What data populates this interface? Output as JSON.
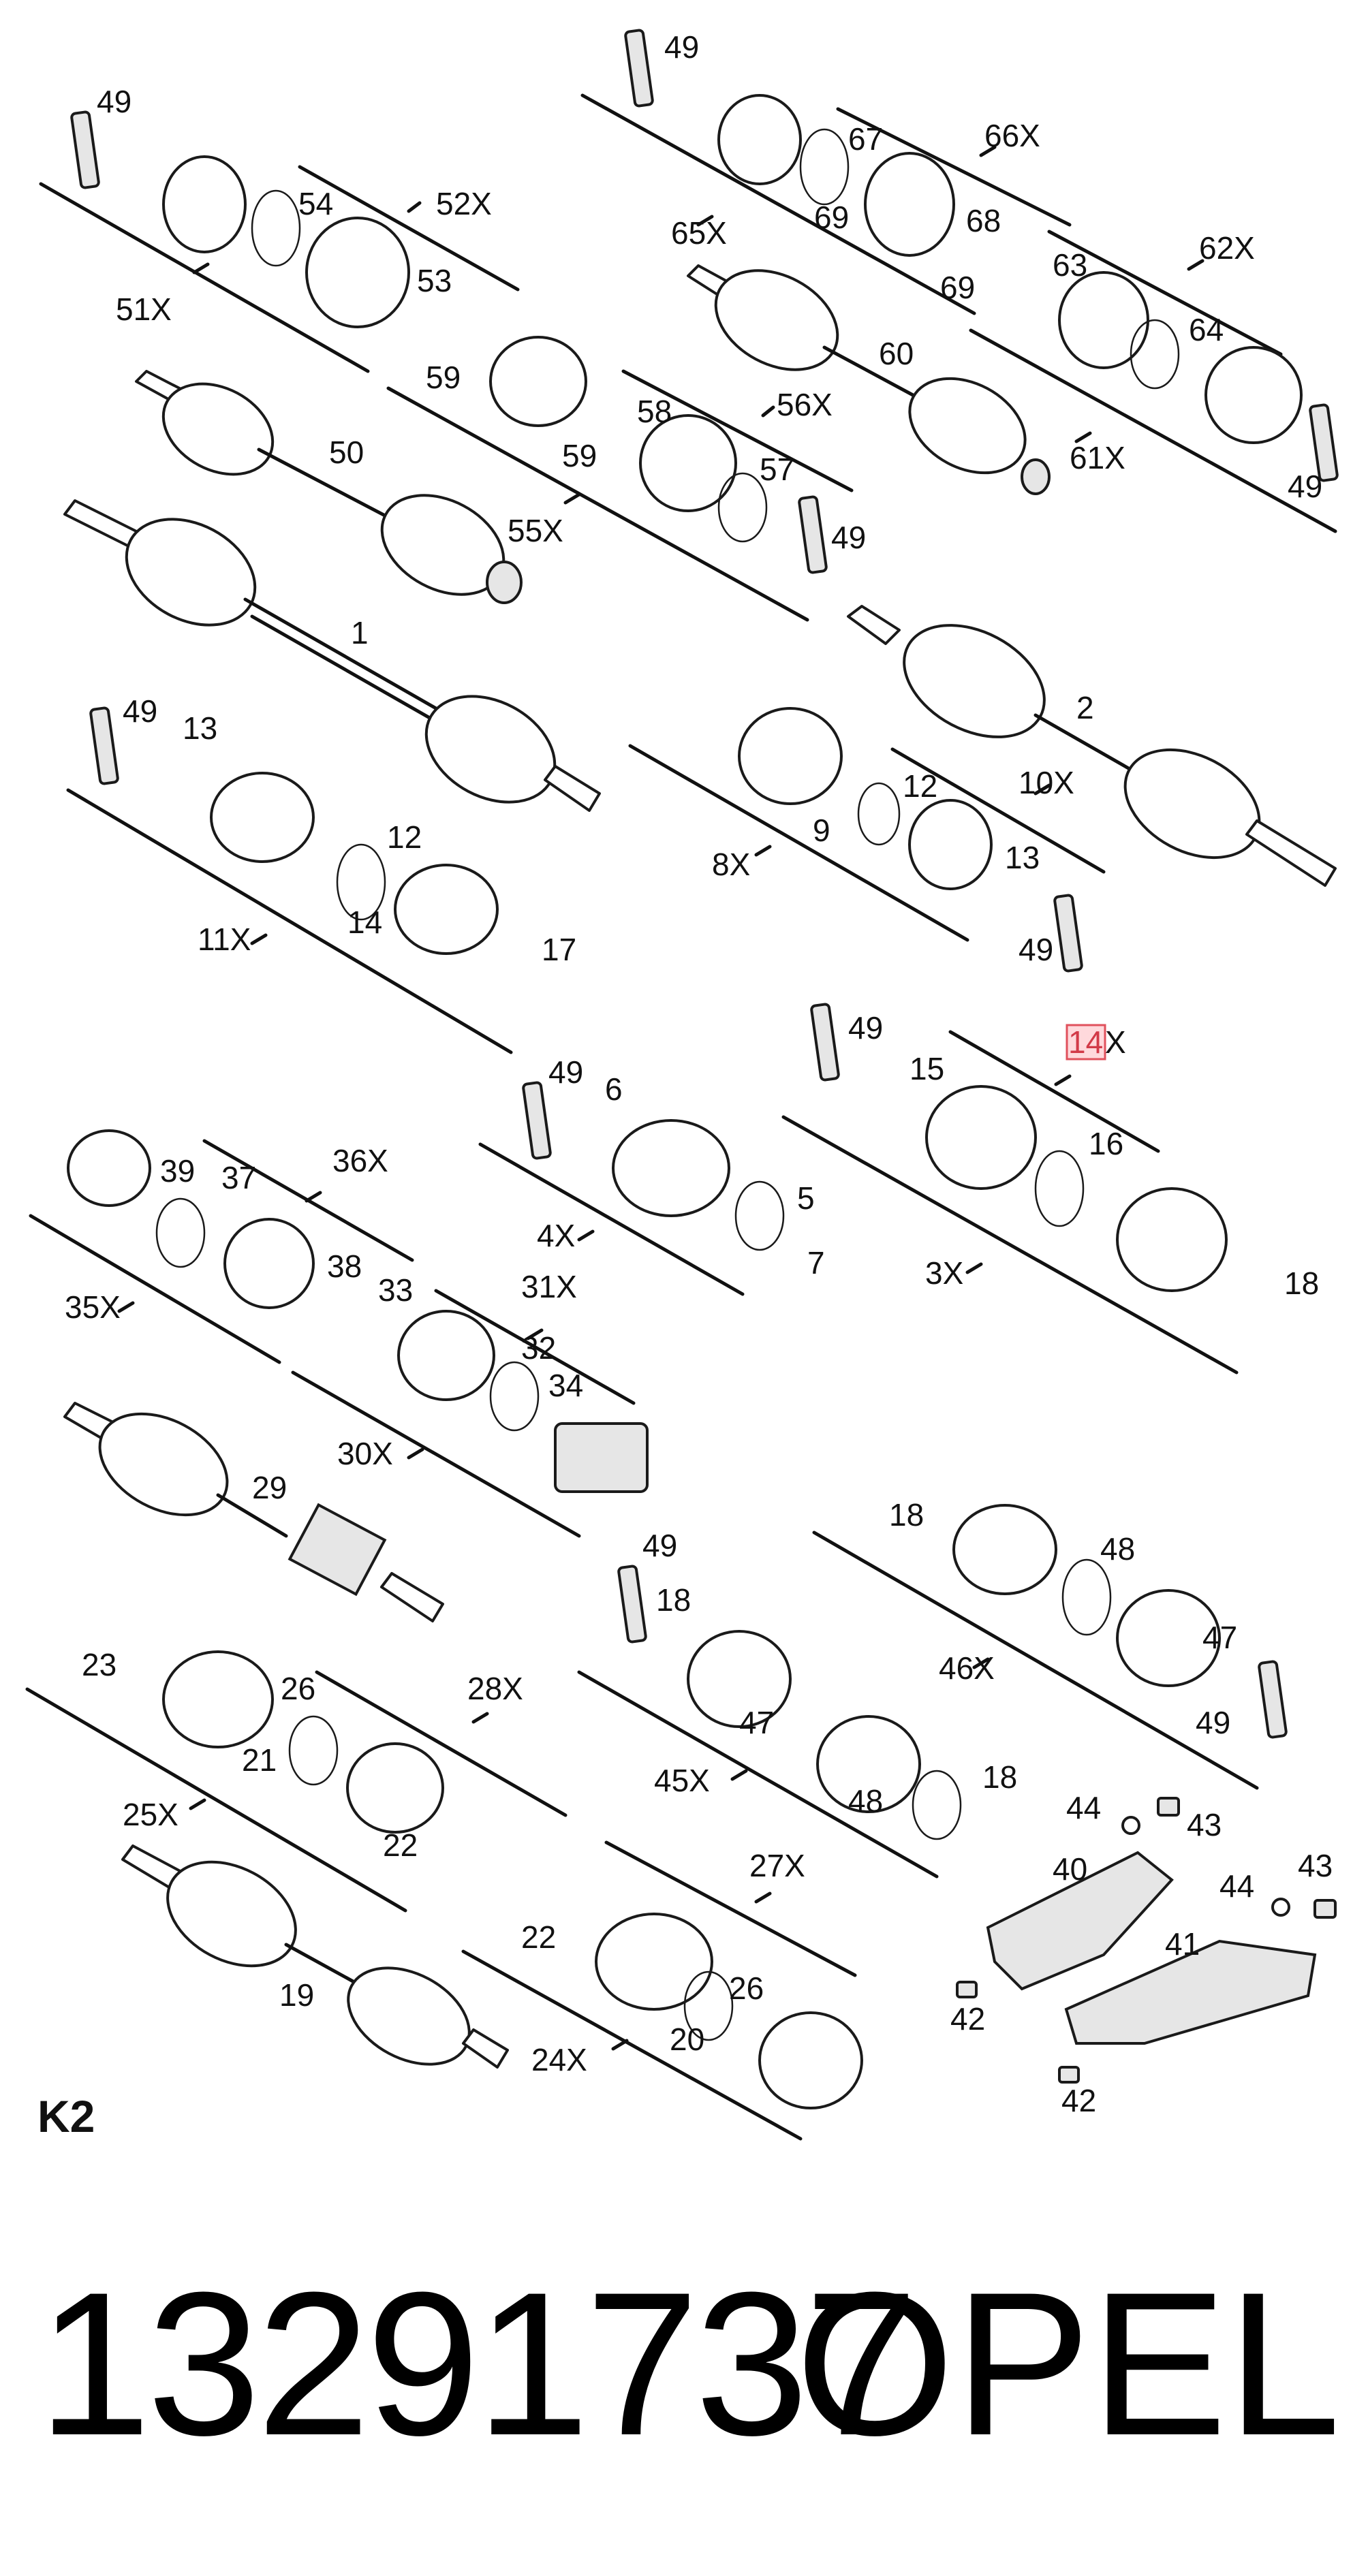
{
  "diagram": {
    "sheet_label": "K2",
    "highlighted_label": "14",
    "highlighted_suffix": "X",
    "labels": [
      "49",
      "54",
      "52X",
      "53",
      "51X",
      "59",
      "59",
      "50",
      "55X",
      "58",
      "56X",
      "57",
      "49",
      "49",
      "67",
      "66X",
      "69",
      "68",
      "65X",
      "69",
      "63",
      "62X",
      "60",
      "64",
      "61X",
      "49",
      "1",
      "2",
      "49",
      "13",
      "12",
      "14",
      "11X",
      "17",
      "9",
      "12",
      "10X",
      "8X",
      "13",
      "49",
      "49",
      "15",
      "16",
      "3X",
      "18",
      "49",
      "6",
      "5",
      "4X",
      "7",
      "39",
      "37",
      "36X",
      "35X",
      "38",
      "33",
      "31X",
      "32",
      "34",
      "30X",
      "29",
      "18",
      "48",
      "46X",
      "47",
      "49",
      "49",
      "18",
      "47",
      "45X",
      "48",
      "18",
      "23",
      "26",
      "28X",
      "21",
      "22",
      "25X",
      "19",
      "27X",
      "22",
      "26",
      "20",
      "24X",
      "44",
      "43",
      "40",
      "44",
      "43",
      "41",
      "42",
      "42"
    ]
  },
  "footer": {
    "part_number": "13291737",
    "brand": "OPEL"
  }
}
